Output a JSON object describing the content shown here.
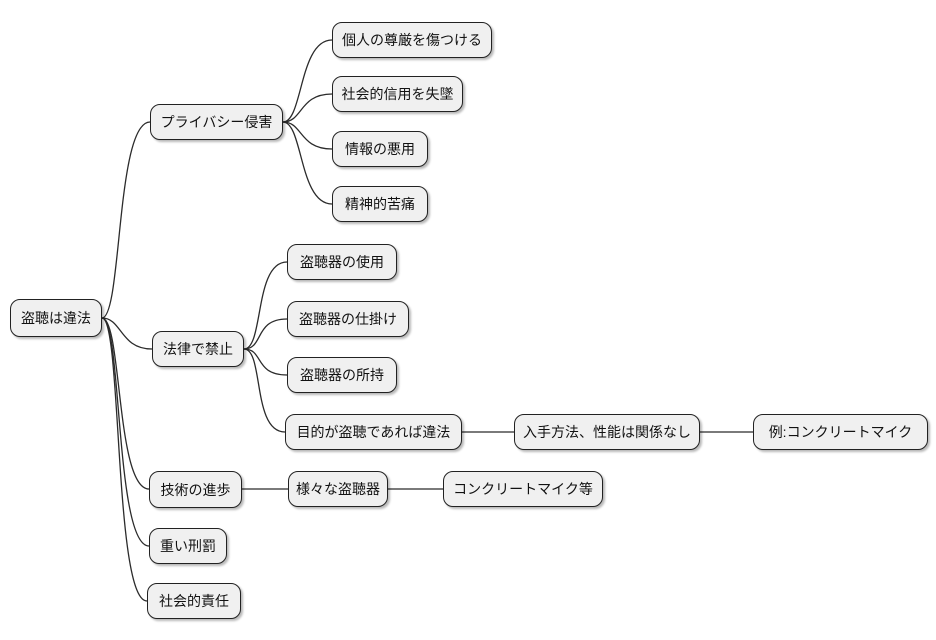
{
  "diagram": {
    "type": "mindmap",
    "orientation": "left-to-right",
    "colors": {
      "background": "#ffffff",
      "node_fill": "#f0f0f0",
      "node_border": "#222222",
      "edge": "#2b2b2b",
      "text": "#111111"
    }
  },
  "mindmap": {
    "label": "盗聴は違法",
    "children": [
      {
        "label": "プライバシー侵害",
        "children": [
          {
            "label": "個人の尊厳を傷つける"
          },
          {
            "label": "社会的信用を失墜"
          },
          {
            "label": "情報の悪用"
          },
          {
            "label": "精神的苦痛"
          }
        ]
      },
      {
        "label": "法律で禁止",
        "children": [
          {
            "label": "盗聴器の使用"
          },
          {
            "label": "盗聴器の仕掛け"
          },
          {
            "label": "盗聴器の所持"
          },
          {
            "label": "目的が盗聴であれば違法",
            "children": [
              {
                "label": "入手方法、性能は関係なし",
                "children": [
                  {
                    "label": "例:コンクリートマイク"
                  }
                ]
              }
            ]
          }
        ]
      },
      {
        "label": "技術の進歩",
        "children": [
          {
            "label": "様々な盗聴器",
            "children": [
              {
                "label": "コンクリートマイク等"
              }
            ]
          }
        ]
      },
      {
        "label": "重い刑罰"
      },
      {
        "label": "社会的責任"
      }
    ]
  }
}
